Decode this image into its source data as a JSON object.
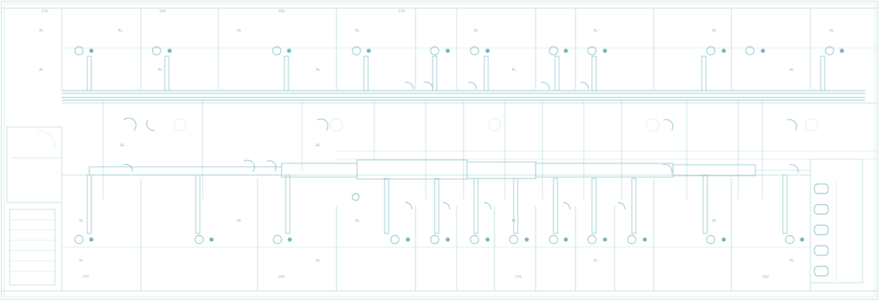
{
  "drawing": {
    "kind": "hvac-floor-plan",
    "line_color": "#8cc3c7",
    "accent_color": "#6fb4b9",
    "background": "#ffffff"
  },
  "room_labels": [
    "AL",
    "AL",
    "AL",
    "AL",
    "AL",
    "AL",
    "AL",
    "AL",
    "AL",
    "AL",
    "AL",
    "AL",
    "AL",
    "AL",
    "AL",
    "AL",
    "AL",
    "AL",
    "AL",
    "AL",
    "AL",
    "AL",
    "AL",
    "AL"
  ],
  "small_tags": [
    "270",
    "250",
    "250",
    "270",
    "270",
    "250",
    "270",
    "250"
  ]
}
